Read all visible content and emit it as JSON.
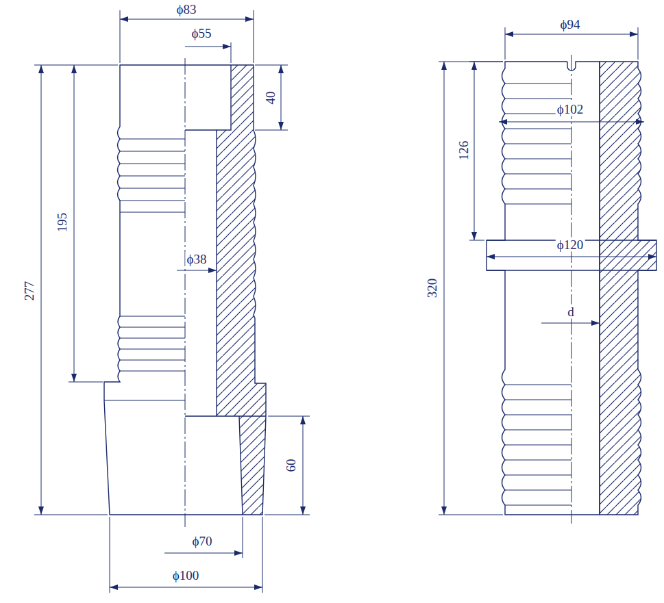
{
  "diagram": {
    "labels": [
      "ϕ83",
      "ϕ55",
      "40",
      "195",
      "277",
      "ϕ38",
      "60",
      "ϕ70",
      "ϕ100",
      "ϕ94",
      "ϕ102",
      "126",
      "ϕ120",
      "d",
      "320"
    ]
  }
}
